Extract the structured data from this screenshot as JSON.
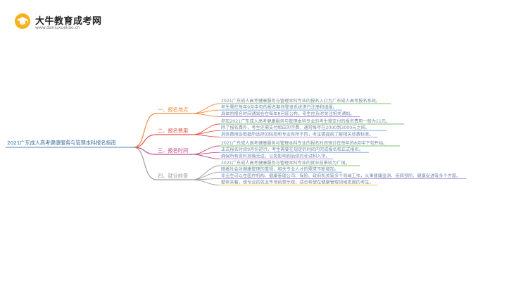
{
  "brand": {
    "title": "大牛教育成考网",
    "url": "www.daniuxueliao.cn"
  },
  "colors": {
    "root": "#6fa0c8",
    "branches": [
      "#f08c3c",
      "#e2534c",
      "#c04a8c",
      "#a0a0a0"
    ],
    "leaf_line": [
      "#7cc36e",
      "#6fa8dc",
      "#a98be0",
      "#f1c232"
    ]
  },
  "mindmap": {
    "root": "2021广东成人高考健康服务与管理本科报名指南",
    "branches": [
      {
        "label": "一、报名地点",
        "leaves": [
          "2021广东成人高考健康服务与管理本科专业的报名入口为广东成人高考报名系统。",
          "考生需在每年9月中旬的报名期间登录系统进行注册和填报。",
          "具体的报名时间通常会在每年8月底公布，考生应及时关注相关通知。"
        ]
      },
      {
        "label": "二、报名费用",
        "leaves": [
          "参加2021广东成人高考健康服务与管理本科专业的考生需支付的报名费用一般为11元。",
          "除了报名费外，考生还需支付相应的学费，通常每年在2000到3000元之间。",
          "具体费用会根据所选择的院校和专业有所不同，考生需提前了解相关收费标准。"
        ]
      },
      {
        "label": "三、报名时间",
        "leaves": [
          "2021广东成人高考健康服务与管理本科专业的报名时间预计在每年的8月中下旬开始。",
          "正式报名时间9月份进行，考生需要在规定的时间内完成报名和正式报名。",
          "确保所有资料准确无误，以免影响到后续的考试和入学。"
        ]
      },
      {
        "label": "四、就业前景",
        "leaves": [
          "2021广东成人高考健康服务与管理本科专业的就业前景较为广阔。",
          "随着社会对健康管理的重视，相关专业人才的需求不断增加。",
          "毕业生可以在医疗机构、健康管理公司、保险、政府机关等多个领域工作，从事健康监测、疾病预防、健康促进等多个方面。",
          "整体来看，该专业的就业市场前景乐观，适合希望在健康管理领域发展的考生。"
        ]
      }
    ]
  }
}
